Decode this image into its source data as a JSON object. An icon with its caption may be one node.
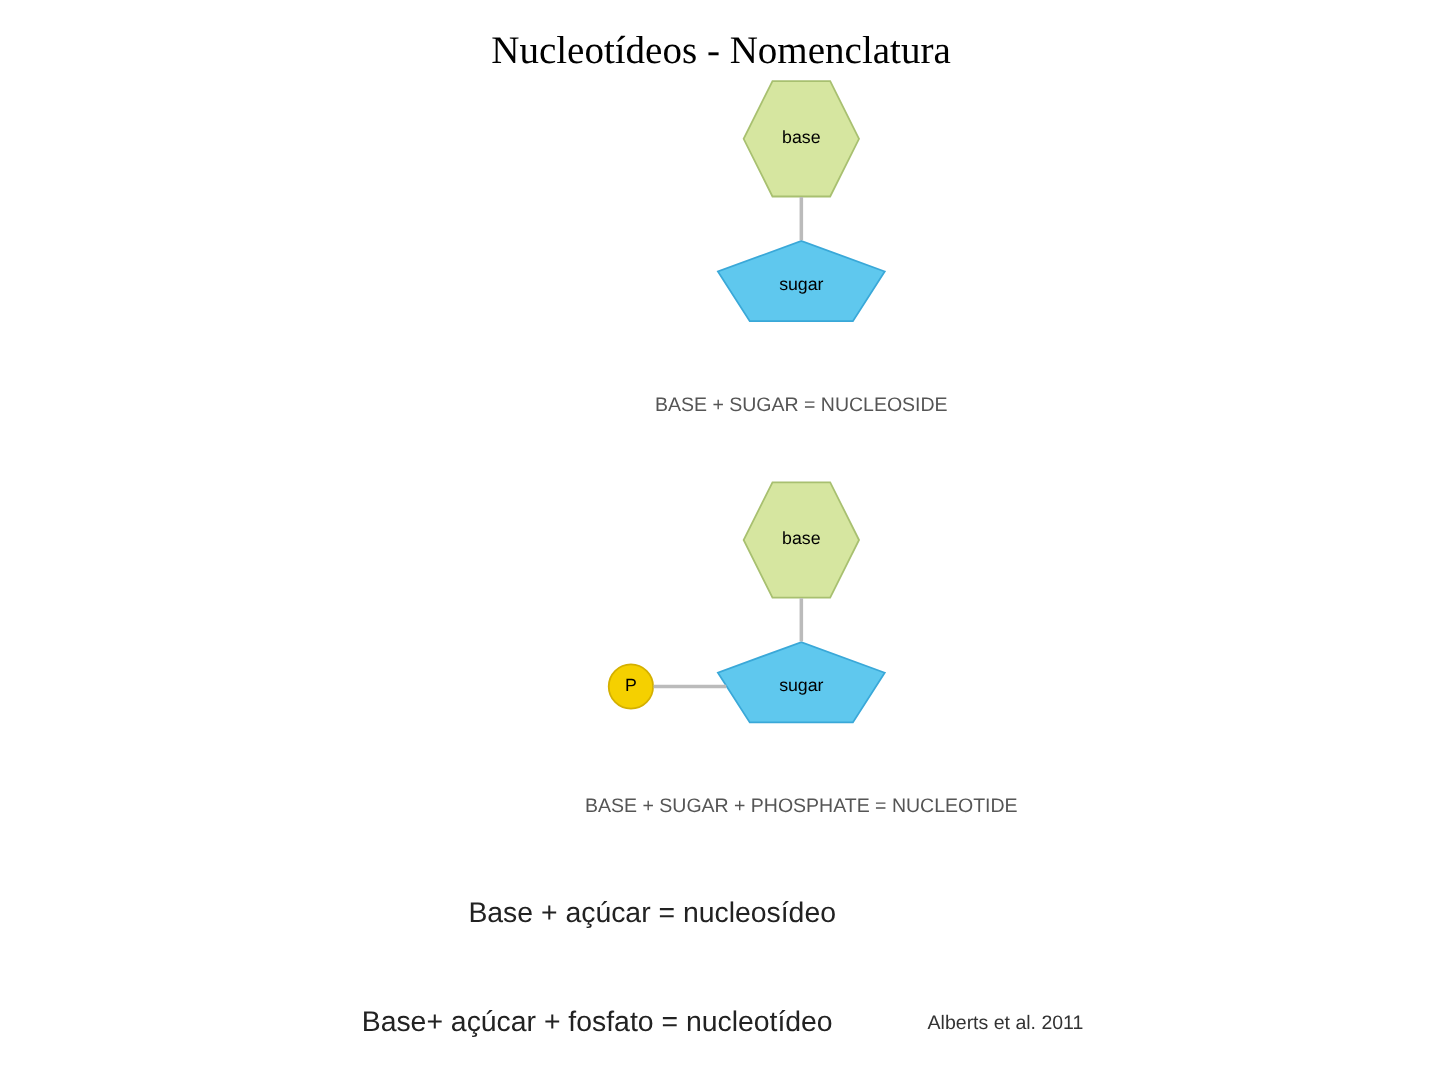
{
  "diagram": {
    "title": "Nucleotídeos - Nomenclatura",
    "nodes": [
      {
        "text": [
          "base"
        ]
      },
      {
        "text": [
          "sugar"
        ]
      },
      {
        "text": [
          "base"
        ]
      },
      {
        "text": [
          "sugar"
        ]
      },
      {
        "text": [
          "P"
        ]
      }
    ],
    "edges": [
      {
        "from": 0,
        "to": 1,
        "arrow": "none"
      },
      {
        "from": 2,
        "to": 3,
        "arrow": "none"
      },
      {
        "from": 4,
        "to": 3,
        "arrow": "none"
      }
    ],
    "labels": [
      "BASE + SUGAR = NUCLEOSIDE",
      "BASE + SUGAR + PHOSPHATE = NUCLEOTIDE",
      "Base + açúcar = nucleosídeo",
      "Base+ açúcar + fosfato = nucleotídeo",
      "Alberts et al. 2011"
    ]
  }
}
